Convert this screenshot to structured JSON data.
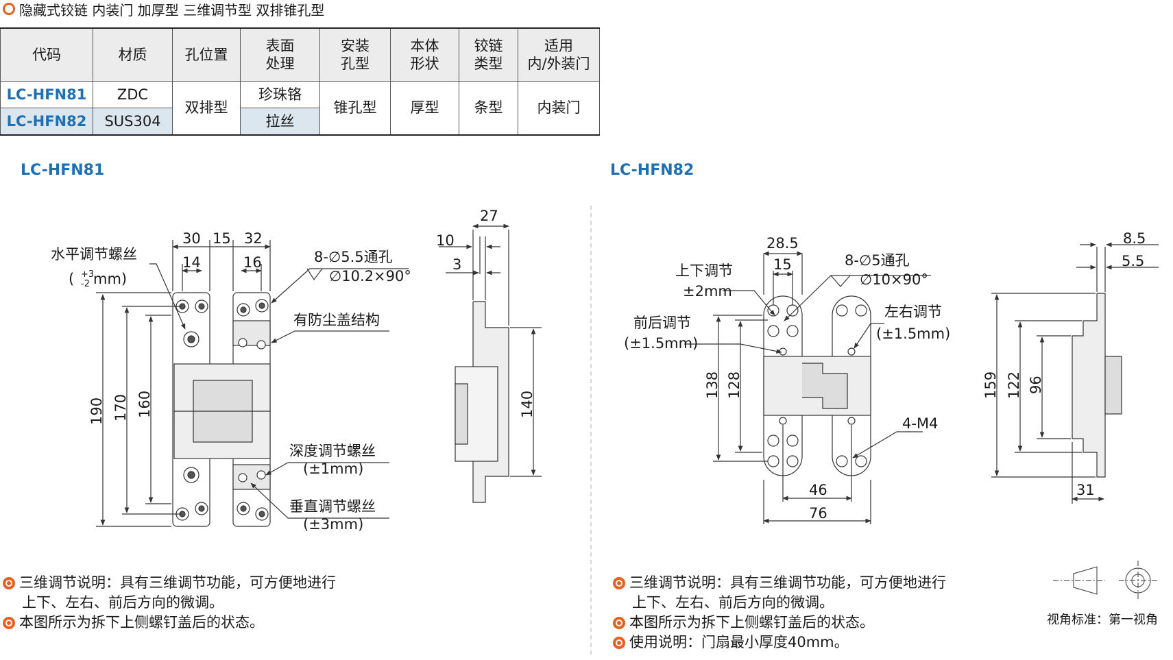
{
  "title": "隐藏式铰链 内装门 加厚型 三维调节型 双排锥孔型",
  "table": {
    "headers": [
      "代码",
      "材质",
      "孔位置",
      "表面\n处理",
      "安装\n孔型",
      "本体\n形状",
      "铰链\n类型",
      "适用\n内/外装门"
    ],
    "rows": [
      {
        "code": "LC-HFN81",
        "material": "ZDC",
        "finish": "珍珠铬"
      },
      {
        "code": "LC-HFN82",
        "material": "SUS304",
        "finish": "拉丝"
      }
    ],
    "shared": {
      "hole_position": "双排型",
      "mount": "锥孔型",
      "body": "厚型",
      "hinge_type": "条型",
      "door": "内装门"
    }
  },
  "left": {
    "section": "LC-HFN81",
    "labels": {
      "h_adjust": "水平调节螺丝",
      "h_adjust_range_pre": "(",
      "h_adjust_up": "+3",
      "h_adjust_down": "-2",
      "h_adjust_unit": "mm)",
      "holes": "8-∅5.5通孔",
      "csk": "∅10.2×90°",
      "dust": "有防尘盖结构",
      "depth": "深度调节螺丝",
      "depth_range": "(±1mm)",
      "vertical": "垂直调节螺丝",
      "vertical_range": "(±3mm)"
    },
    "dims": {
      "d30": "30",
      "d15": "15",
      "d32": "32",
      "d14": "14",
      "d16": "16",
      "d190": "190",
      "d170": "170",
      "d160": "160",
      "d27": "27",
      "d10": "10",
      "d3": "3",
      "d140": "140"
    }
  },
  "right": {
    "section": "LC-HFN82",
    "labels": {
      "ud": "上下调节",
      "ud_range": "±2mm",
      "holes": "8-∅5通孔",
      "csk": "∅10×90°",
      "fb": "前后调节",
      "fb_range": "(±1.5mm)",
      "lr": "左右调节",
      "lr_range": "(±1.5mm)",
      "m4": "4-M4"
    },
    "dims": {
      "d28_5": "28.5",
      "d15": "15",
      "d138": "138",
      "d128": "128",
      "d46": "46",
      "d76": "76",
      "d8_5": "8.5",
      "d5_5": "5.5",
      "d159": "159",
      "d122": "122",
      "d96": "96",
      "d31": "31"
    }
  },
  "notes_left": [
    "三维调节说明：具有三维调节功能，可方便地进行",
    "上下、左右、前后方向的微调。",
    "本图所示为拆下上侧螺钉盖后的状态。"
  ],
  "notes_right": [
    "三维调节说明：具有三维调节功能，可方便地进行",
    "上下、左右、前后方向的微调。",
    "本图所示为拆下上侧螺钉盖后的状态。",
    "使用说明：门扇最小厚度40mm。"
  ],
  "view_standard": "视角标准：第一视角",
  "colors": {
    "accent": "#e8601c",
    "blue": "#1f6fb3",
    "shade": "#dbe6ee"
  }
}
